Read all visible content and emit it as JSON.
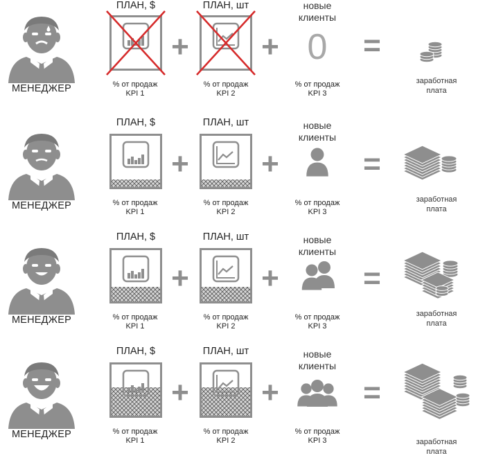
{
  "colors": {
    "icon_gray": "#8e8e8e",
    "dark": "#555555",
    "cross": "#d62b2b"
  },
  "rows": [
    {
      "manager": {
        "label": "МЕНЕДЖЕР",
        "mood": "sad-sweating-icon"
      },
      "kpi1": {
        "title": "ПЛАН, $",
        "line1": "% от продаж",
        "line2": "KPI 1",
        "fill_level": 0,
        "crossed": true
      },
      "kpi2": {
        "title": "ПЛАН, шт",
        "line1": "% от продаж",
        "line2": "KPI 2",
        "fill_level": 0,
        "crossed": true
      },
      "kpi3": {
        "title_line1": "новые",
        "title_line2": "клиенты",
        "line1": "% от продаж",
        "line2": "KPI 3",
        "value": "0",
        "people": 0
      },
      "salary": {
        "line1": "заработная",
        "line2": "плата",
        "icon": "coin-stack-small-icon"
      }
    },
    {
      "manager": {
        "label": "МЕНЕДЖЕР",
        "mood": "neutral-face-icon"
      },
      "kpi1": {
        "title": "ПЛАН, $",
        "line1": "% от продаж",
        "line2": "KPI 1",
        "fill_level": 0.15,
        "crossed": false
      },
      "kpi2": {
        "title": "ПЛАН, шт",
        "line1": "% от продаж",
        "line2": "KPI 2",
        "fill_level": 0.15,
        "crossed": false
      },
      "kpi3": {
        "title_line1": "новые",
        "title_line2": "клиенты",
        "line1": "% от продаж",
        "line2": "KPI 3",
        "value": "",
        "people": 1
      },
      "salary": {
        "line1": "заработная",
        "line2": "плата",
        "icon": "banknotes-and-coins-icon"
      }
    },
    {
      "manager": {
        "label": "МЕНЕДЖЕР",
        "mood": "smiling-face-icon"
      },
      "kpi1": {
        "title": "ПЛАН, $",
        "line1": "% от продаж",
        "line2": "KPI 1",
        "fill_level": 0.28,
        "crossed": false
      },
      "kpi2": {
        "title": "ПЛАН, шт",
        "line1": "% от продаж",
        "line2": "KPI 2",
        "fill_level": 0.28,
        "crossed": false
      },
      "kpi3": {
        "title_line1": "новые",
        "title_line2": "клиенты",
        "line1": "% от продаж",
        "line2": "KPI 3",
        "value": "",
        "people": 2
      },
      "salary": {
        "line1": "заработная",
        "line2": "плата",
        "icon": "banknotes-and-coins-large-icon"
      }
    },
    {
      "manager": {
        "label": "МЕНЕДЖЕР",
        "mood": "big-smile-face-icon"
      },
      "kpi1": {
        "title": "ПЛАН, $",
        "line1": "% от продаж",
        "line2": "KPI 1",
        "fill_level": 0.55,
        "crossed": false
      },
      "kpi2": {
        "title": "ПЛАН, шт",
        "line1": "% от продаж",
        "line2": "KPI 2",
        "fill_level": 0.55,
        "crossed": false
      },
      "kpi3": {
        "title_line1": "новые",
        "title_line2": "клиенты",
        "line1": "% от продаж",
        "line2": "KPI 3",
        "value": "",
        "people": 3
      },
      "salary": {
        "line1": "заработная",
        "line2": "плата",
        "icon": "banknotes-and-coins-max-icon"
      }
    }
  ],
  "operators": {
    "plus": "+",
    "equals": "="
  }
}
